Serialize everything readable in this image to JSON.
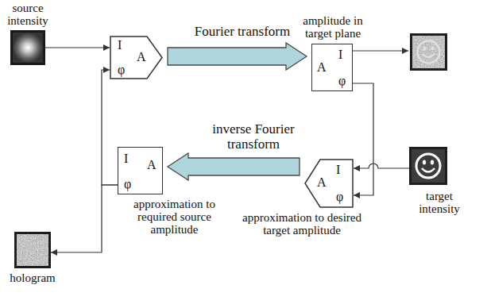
{
  "diagram": {
    "nodes": [
      {
        "text": [
          "source intensity"
        ]
      },
      {
        "text": [
          "I",
          "A",
          "φ"
        ]
      },
      {
        "text": [
          "amplitude in target plane",
          "A",
          "I",
          "φ"
        ]
      },
      {
        "text": [
          "target intensity"
        ]
      },
      {
        "text": [
          "A",
          "I",
          "φ",
          "approximation to desired target amplitude"
        ]
      },
      {
        "text": [
          "I",
          "A",
          "φ",
          "approximation to required source amplitude"
        ]
      },
      {
        "text": [
          "hologram"
        ]
      }
    ],
    "edges": [
      {
        "from": 0,
        "to": 1,
        "arrow": "to"
      },
      {
        "from": 1,
        "to": 2,
        "label": "Fourier transform",
        "arrow": "to"
      },
      {
        "from": 2,
        "to": 4,
        "arrow": "to"
      },
      {
        "from": 3,
        "to": 4,
        "arrow": "to"
      },
      {
        "from": 4,
        "to": 5,
        "label": "inverse Fourier transform",
        "arrow": "to"
      },
      {
        "from": 5,
        "to": 1,
        "arrow": "to"
      },
      {
        "from": 5,
        "to": 6,
        "arrow": "to"
      }
    ]
  }
}
